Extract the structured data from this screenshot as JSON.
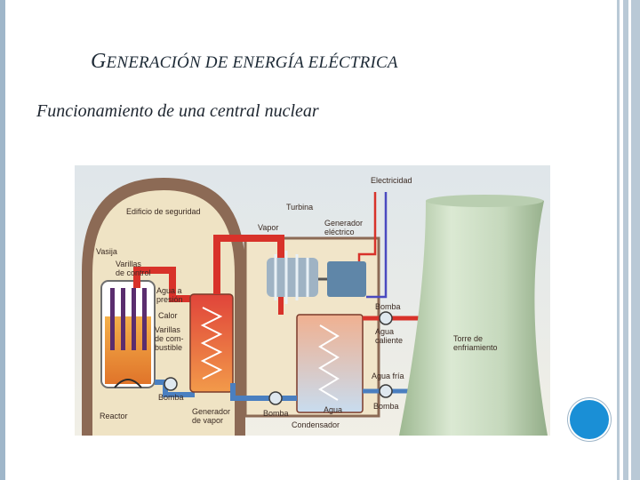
{
  "slide": {
    "title_initial": "G",
    "title_rest": "ENERACIÓN DE ENERGÍA ELÉCTRICA",
    "subtitle": "Funcionamiento de una central nuclear"
  },
  "diagram": {
    "labels": {
      "safety_building": "Edificio de seguridad",
      "turbine": "Turbina",
      "electricity": "Electricidad",
      "steam": "Vapor",
      "generator": "Generador\neléctrico",
      "vessel": "Vasija",
      "control_rods": "Varillas\nde control",
      "pressurized_water": "Agua a\npresión",
      "heat": "Calor",
      "fuel_rods": "Varillas\nde com-\nbustible",
      "pump_left": "Bomba",
      "reactor": "Reactor",
      "steam_generator": "Generador\nde vapor",
      "pump_bottom": "Bomba",
      "water": "Agua",
      "condenser": "Condensador",
      "pump_top_right": "Bomba",
      "hot_water": "Agua\ncaliente",
      "cooling_tower": "Torre de\nenfriamiento",
      "cold_water": "Agua fría",
      "pump_bottom_right": "Bomba"
    },
    "colors": {
      "dome": "#8c6a55",
      "hot_pipe": "#d8322a",
      "cold_pipe": "#4a7fc0",
      "tower": "#c8dcc0",
      "sky": "#e8eef2"
    }
  }
}
